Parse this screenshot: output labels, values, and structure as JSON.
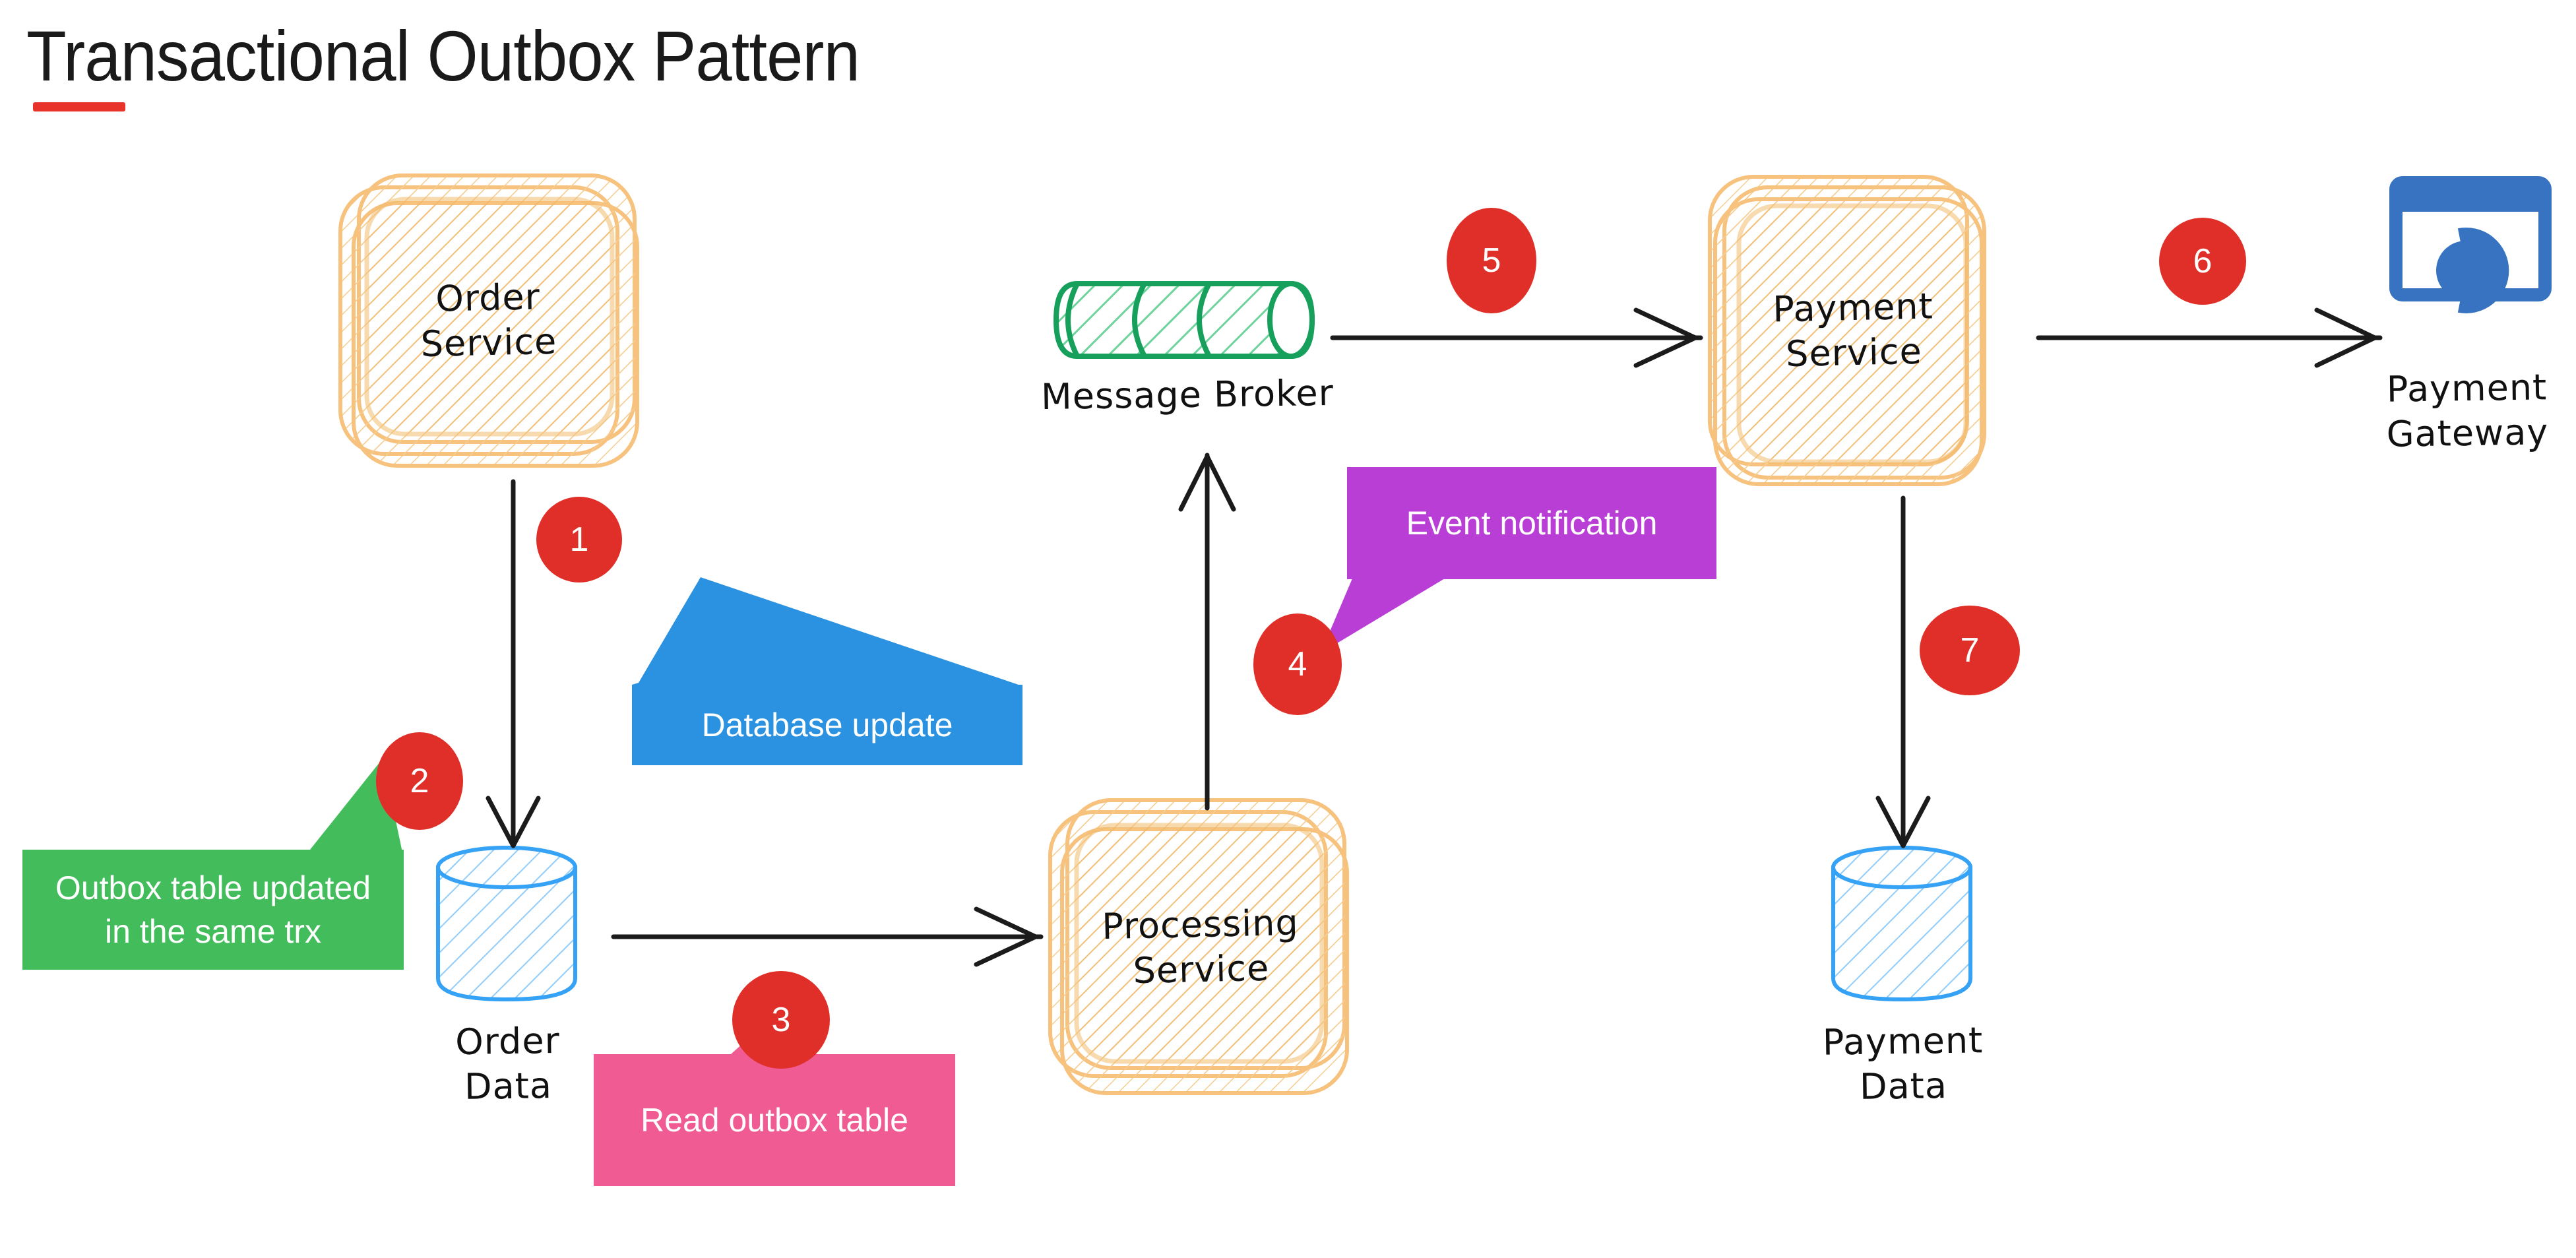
{
  "page": {
    "title": "Transactional Outbox Pattern",
    "accent_color": "#e8332a",
    "background": "#ffffff"
  },
  "palette": {
    "service_fill": "#fbe1a8",
    "service_stroke": "#f3bd6e",
    "database_stroke": "#36a2f5",
    "broker_stroke": "#16a05c",
    "badge_red": "#e02f28",
    "callout_blue": "#2a92e0",
    "callout_green": "#43bd5c",
    "callout_pink": "#ef5b92",
    "callout_purple": "#b93ed6",
    "gateway_blue": "#3873c2",
    "arrow_black": "#1b1b1b"
  },
  "nodes": [
    {
      "id": "order-service",
      "kind": "service",
      "label": "Order\nService"
    },
    {
      "id": "order-data",
      "kind": "database",
      "label": "Order\nData"
    },
    {
      "id": "message-broker",
      "kind": "queue",
      "label": "Message Broker"
    },
    {
      "id": "processing-service",
      "kind": "service",
      "label": "Processing\nService"
    },
    {
      "id": "payment-service",
      "kind": "service",
      "label": "Payment\nService"
    },
    {
      "id": "payment-data",
      "kind": "database",
      "label": "Payment\nData"
    },
    {
      "id": "payment-gateway",
      "kind": "icon",
      "label": "Payment\nGateway"
    }
  ],
  "steps": [
    {
      "number": "1",
      "shape": "circle",
      "callout": {
        "text": "Database update",
        "color": "#2a92e0"
      }
    },
    {
      "number": "2",
      "shape": "ellipse",
      "callout": {
        "text": "Outbox table updated\nin the same trx",
        "color": "#43bd5c"
      }
    },
    {
      "number": "3",
      "shape": "circle",
      "callout": {
        "text": "Read outbox table",
        "color": "#ef5b92"
      }
    },
    {
      "number": "4",
      "shape": "ellipse",
      "callout": {
        "text": "Event notification",
        "color": "#b93ed6"
      }
    },
    {
      "number": "5",
      "shape": "ellipse",
      "callout": null
    },
    {
      "number": "6",
      "shape": "circle",
      "callout": null
    },
    {
      "number": "7",
      "shape": "ellipse",
      "callout": null
    }
  ],
  "flows": [
    {
      "from": "order-service",
      "to": "order-data",
      "direction": "down",
      "step": "1"
    },
    {
      "from": "order-data",
      "to": "processing-service",
      "direction": "right",
      "step": "3"
    },
    {
      "from": "processing-service",
      "to": "message-broker",
      "direction": "up",
      "step": "4"
    },
    {
      "from": "message-broker",
      "to": "payment-service",
      "direction": "right",
      "step": "5"
    },
    {
      "from": "payment-service",
      "to": "payment-gateway",
      "direction": "right",
      "step": "6"
    },
    {
      "from": "payment-service",
      "to": "payment-data",
      "direction": "down",
      "step": "7"
    }
  ],
  "labels": {
    "order_service": "Order\nService",
    "order_data": "Order\nData",
    "message_broker": "Message Broker",
    "processing_service": "Processing\nService",
    "payment_service": "Payment\nService",
    "payment_data": "Payment\nData",
    "payment_gateway": "Payment\nGateway"
  },
  "badges": {
    "b1": "1",
    "b2": "2",
    "b3": "3",
    "b4": "4",
    "b5": "5",
    "b6": "6",
    "b7": "7"
  },
  "callouts": {
    "database_update": "Database update",
    "outbox_table_updated": "Outbox table updated\nin the same trx",
    "read_outbox_table": "Read outbox table",
    "event_notification": "Event notification"
  }
}
